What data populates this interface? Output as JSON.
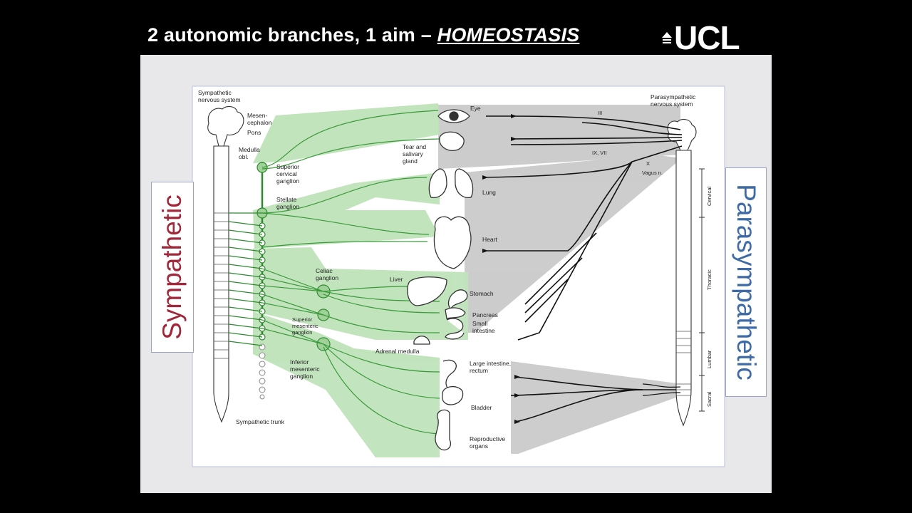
{
  "slide": {
    "title_prefix": "2 autonomic branches, 1 aim – ",
    "title_emphasis": "HOMEOSTASIS",
    "logo_text": "UCL"
  },
  "side_labels": {
    "left": "Sympathetic",
    "right": "Parasympathetic"
  },
  "diagram": {
    "sympathetic_header": [
      "Sympathetic",
      "nervous system"
    ],
    "parasympathetic_header": [
      "Parasympathetic",
      "nervous system"
    ],
    "brain_labels": {
      "mesencephalon": [
        "Mesen-",
        "cephalon"
      ],
      "pons": "Pons",
      "medulla": [
        "Medulla",
        "obl."
      ]
    },
    "ganglia": {
      "superior_cervical": [
        "Superior",
        "cervical",
        "ganglion"
      ],
      "stellate": [
        "Stellate",
        "ganglion"
      ],
      "celiac": [
        "Celiac",
        "ganglion"
      ],
      "superior_mesenteric": [
        "Superior",
        "mesenteric",
        "ganglion"
      ],
      "inferior_mesenteric": [
        "Inferior",
        "mesenteric",
        "ganglion"
      ]
    },
    "trunk_label": "Sympathetic trunk",
    "organs": {
      "eye": "Eye",
      "tear": [
        "Tear and",
        "salivary",
        "gland"
      ],
      "lung": "Lung",
      "heart": "Heart",
      "liver": "Liver",
      "stomach": "Stomach",
      "pancreas": "Pancreas",
      "small_intestine": [
        "Small",
        "intestine"
      ],
      "adrenal": "Adrenal medulla",
      "large_intestine": [
        "Large intestine,",
        "rectum"
      ],
      "bladder": "Bladder",
      "reproductive": [
        "Reproductive",
        "organs"
      ]
    },
    "nerves": {
      "iii": "III",
      "ix_vii": "IX, VII",
      "x": "X",
      "vagus": "Vagus n."
    },
    "regions": [
      "Cervical",
      "Thoracic",
      "Lumbar",
      "Sacral"
    ]
  },
  "colors": {
    "sympathetic_green": "#3a9a3a",
    "green_fill": "#b9e0b4",
    "parasympathetic_gray": "#bdbdbd",
    "sympathetic_label": "#a0283a",
    "parasympathetic_label": "#3e6aa5"
  }
}
